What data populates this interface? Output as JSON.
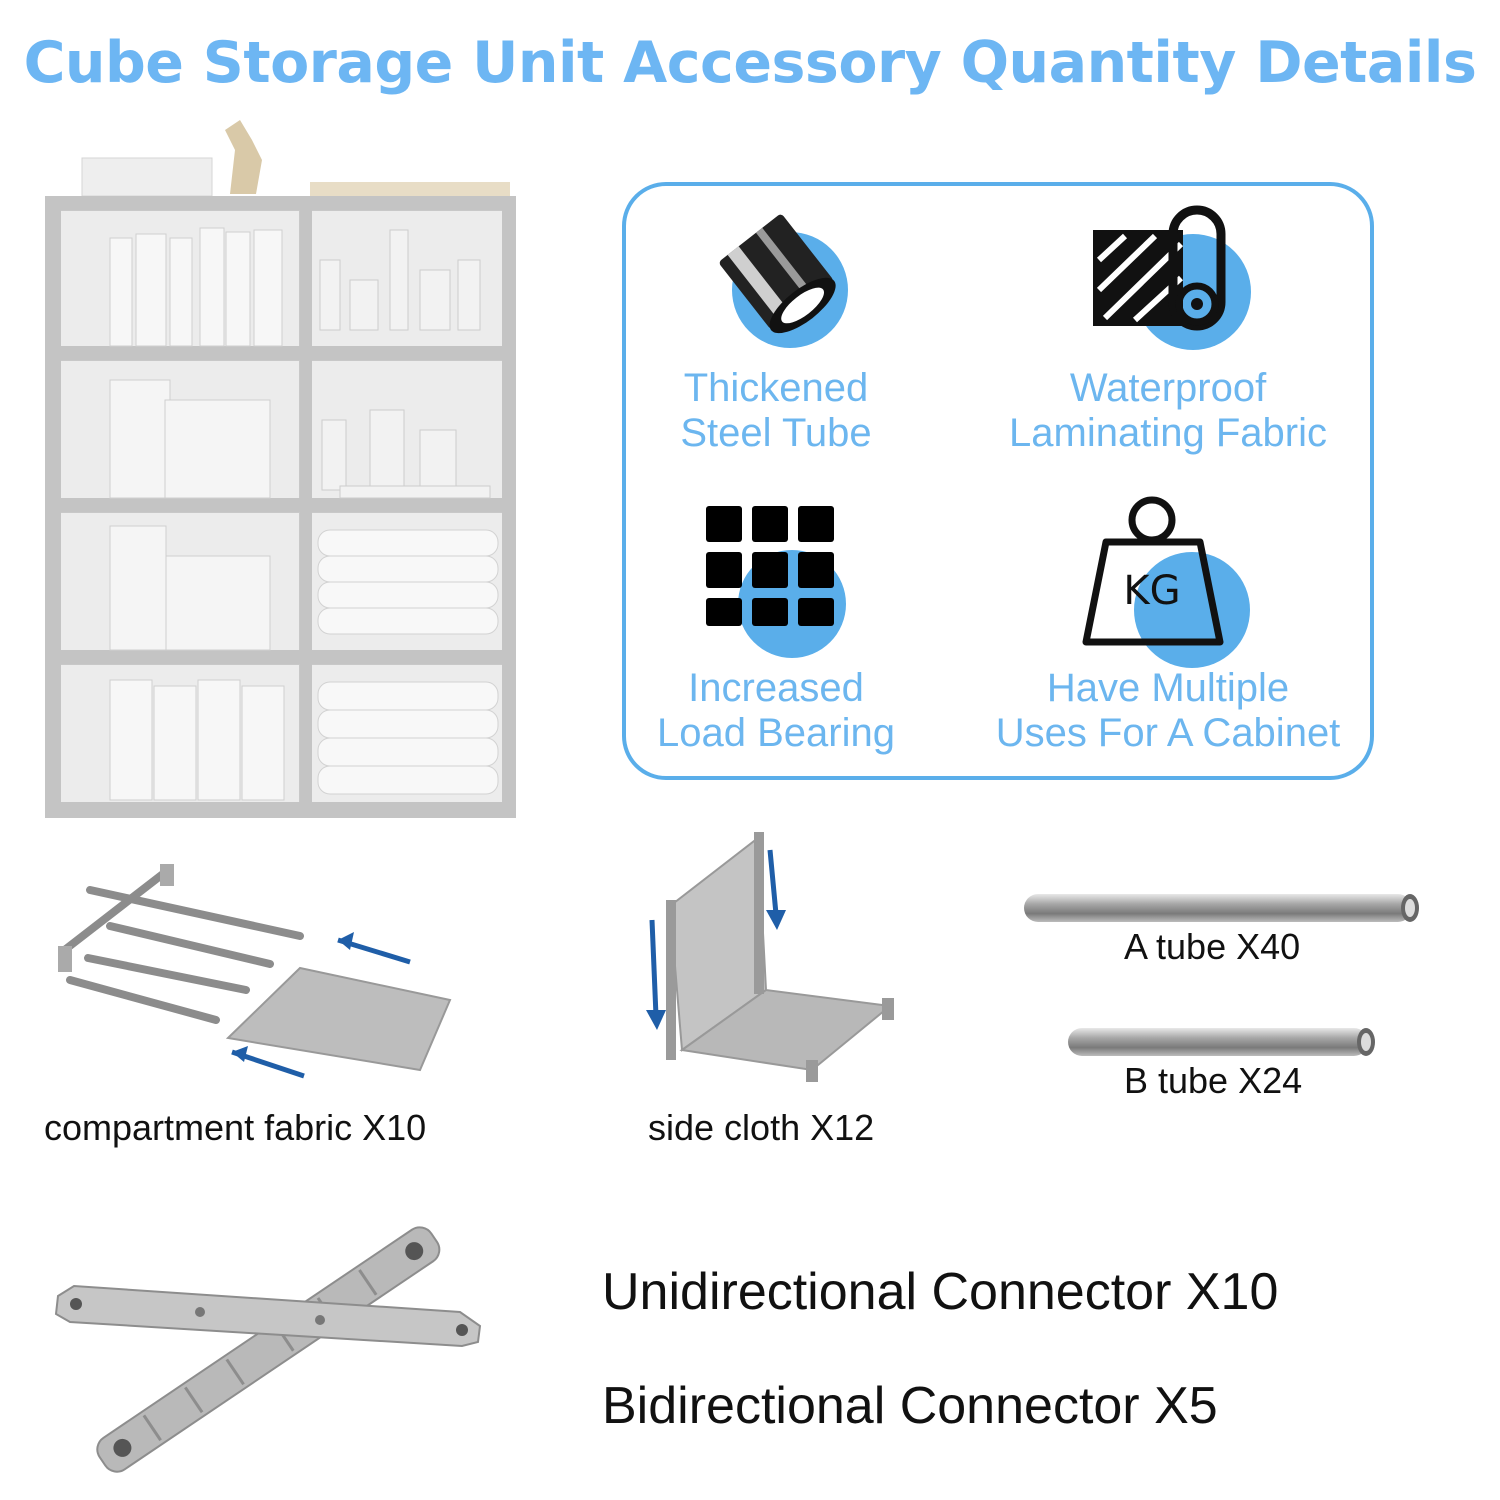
{
  "header": {
    "title": "Cube Storage Unit Accessory Quantity Details"
  },
  "features": [
    {
      "icon": "steel-tube-icon",
      "line1": "Thickened",
      "line2": "Steel Tube"
    },
    {
      "icon": "fabric-roll-icon",
      "line1": "Waterproof",
      "line2": "Laminating Fabric"
    },
    {
      "icon": "grid-icon",
      "line1": "Increased",
      "line2": "Load Bearing"
    },
    {
      "icon": "weight-icon",
      "line1": "Have Multiple",
      "line2": "Uses For A Cabinet",
      "weight_text": "KG"
    }
  ],
  "parts": {
    "compartment": "compartment fabric X10",
    "side": "side cloth X12",
    "a_tube": "A tube X40",
    "b_tube": "B tube X24"
  },
  "connectors": {
    "uni": "Unidirectional Connector X10",
    "bi": "Bidirectional Connector X5"
  },
  "colors": {
    "accent": "#6db6f3",
    "circle": "#5aaeea",
    "frame": "#bdbdbd"
  }
}
